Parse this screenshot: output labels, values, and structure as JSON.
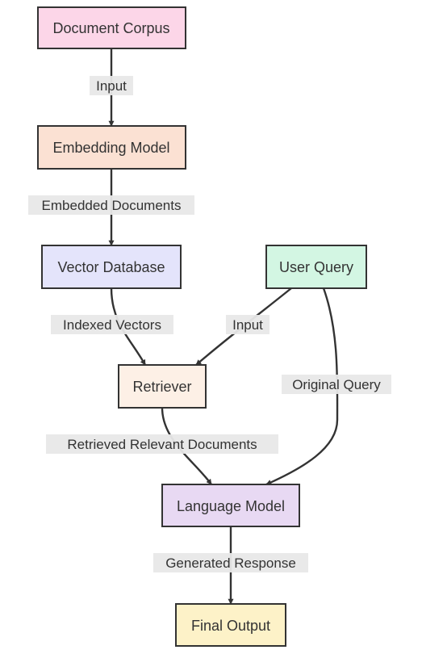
{
  "nodes": {
    "document_corpus": {
      "label": "Document Corpus",
      "fill": "#fcd6e8"
    },
    "embedding_model": {
      "label": "Embedding Model",
      "fill": "#fbe1d3"
    },
    "vector_database": {
      "label": "Vector Database",
      "fill": "#e4e4fb"
    },
    "user_query": {
      "label": "User Query",
      "fill": "#d3f6e3"
    },
    "retriever": {
      "label": "Retriever",
      "fill": "#fdf0e6"
    },
    "language_model": {
      "label": "Language Model",
      "fill": "#e8d9f3"
    },
    "final_output": {
      "label": "Final Output",
      "fill": "#fdf2c8"
    }
  },
  "edges": {
    "corpus_to_embedding": "Input",
    "embedding_to_vector": "Embedded Documents",
    "vector_to_retriever": "Indexed Vectors",
    "query_to_retriever": "Input",
    "query_to_language": "Original Query",
    "retriever_to_language": "Retrieved Relevant Documents",
    "language_to_output": "Generated Response"
  },
  "colors": {
    "stroke": "#333333",
    "edge_label_bg": "#e8e8e8"
  }
}
